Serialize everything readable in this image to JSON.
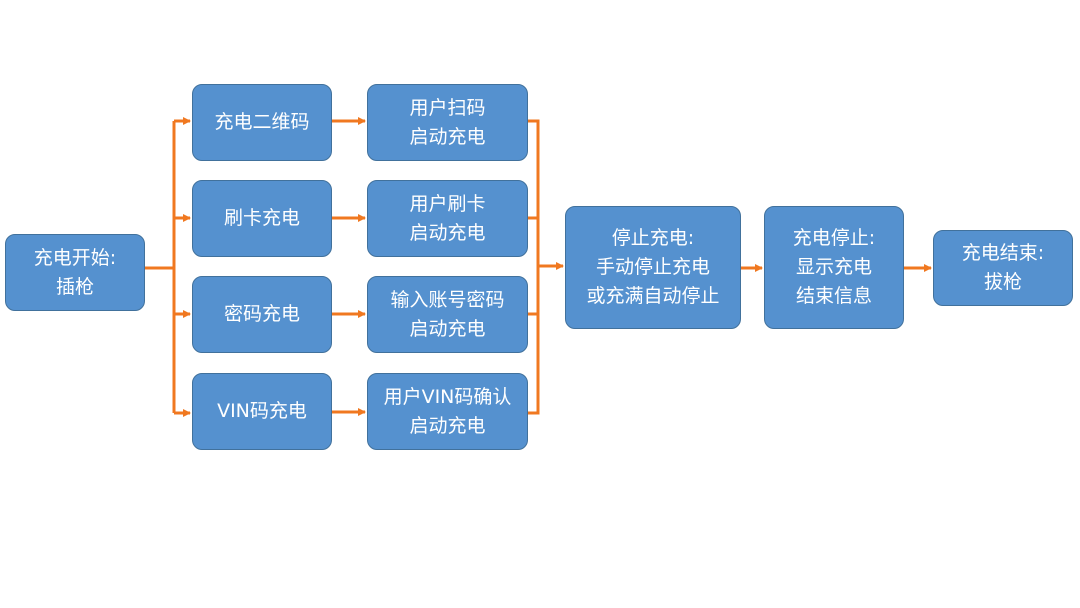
{
  "colors": {
    "node_fill": "#5591cf",
    "node_border": "#41719c",
    "node_text": "#ffffff",
    "connector": "#f07820",
    "background": "#ffffff"
  },
  "nodes": {
    "start": "充电开始:\n插枪",
    "qr": "充电二维码",
    "card": "刷卡充电",
    "password": "密码充电",
    "vin": "VIN码充电",
    "qr_start": "用户扫码\n启动充电",
    "card_start": "用户刷卡\n启动充电",
    "password_start": "输入账号密码\n启动充电",
    "vin_start": "用户VIN码确认\n启动充电",
    "stop": "停止充电:\n手动停止充电\n或充满自动停止",
    "stopped": "充电停止:\n显示充电\n结束信息",
    "end": "充电结束:\n拔枪"
  }
}
